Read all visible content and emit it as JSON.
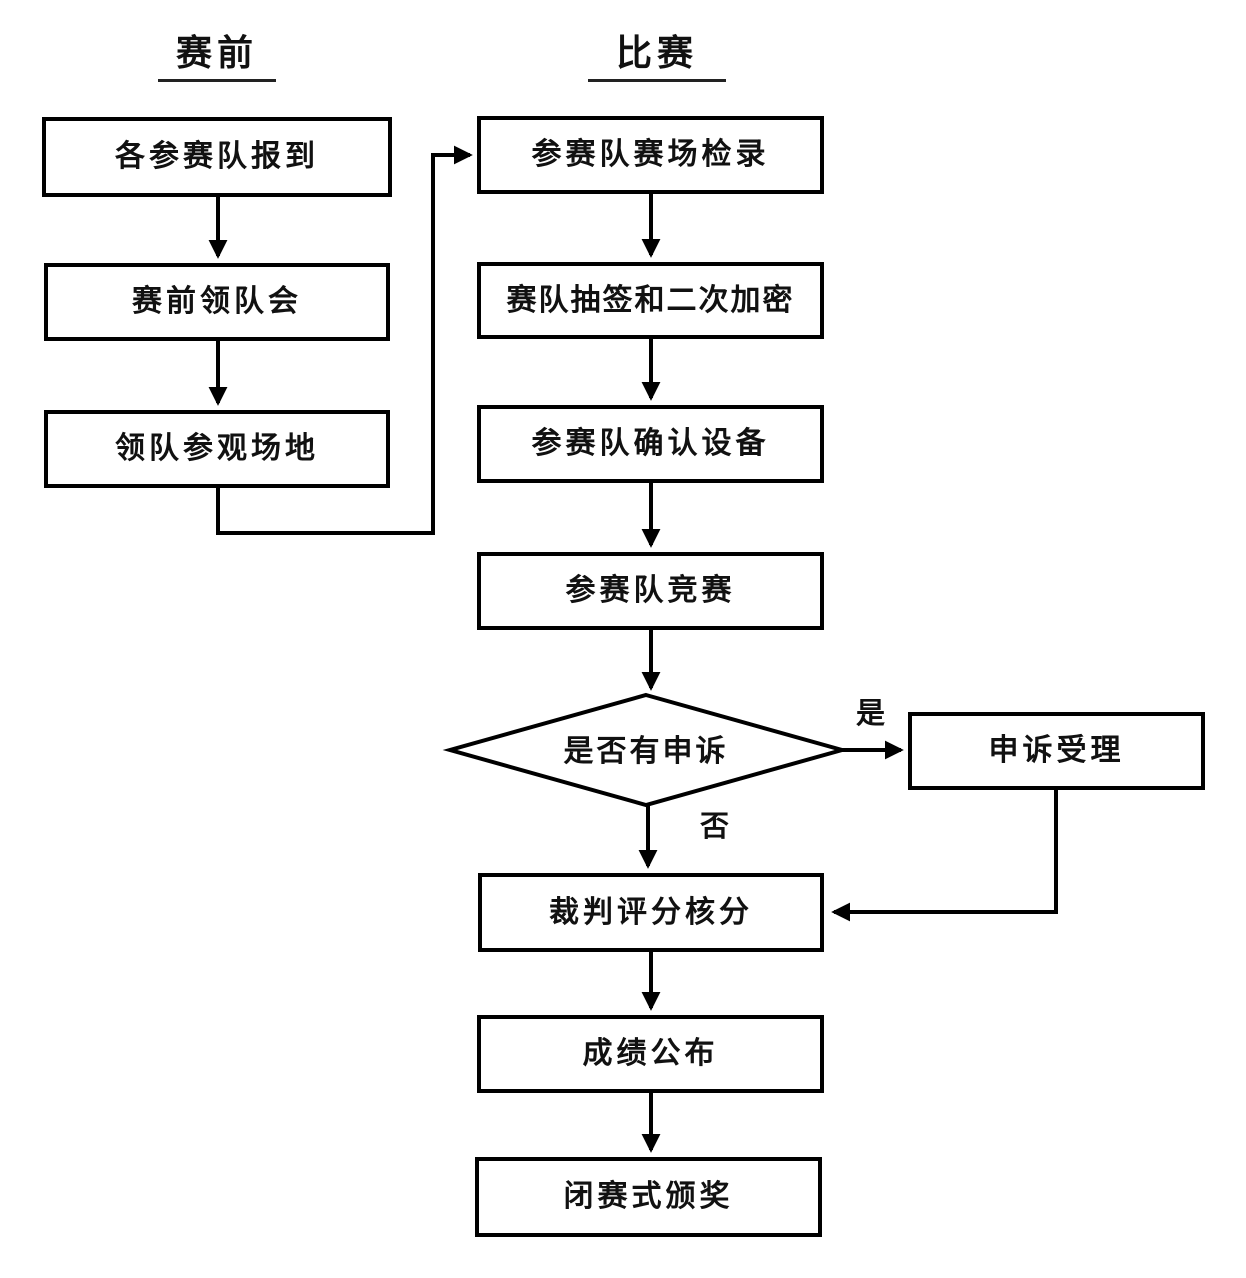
{
  "headers": {
    "pre_competition": "赛前",
    "competition": "比赛"
  },
  "pre_stage": {
    "boxes": [
      {
        "label": "各参赛队报到"
      },
      {
        "label": "赛前领队会"
      },
      {
        "label": "领队参观场地"
      }
    ]
  },
  "match_stage": {
    "boxes": [
      {
        "label": "参赛队赛场检录"
      },
      {
        "label": "赛队抽签和二次加密"
      },
      {
        "label": "参赛队确认设备"
      },
      {
        "label": "参赛队竞赛"
      }
    ],
    "decision": {
      "label": "是否有申诉",
      "yes_label": "是",
      "no_label": "否"
    },
    "appeal": {
      "label": "申诉受理"
    },
    "post_boxes": [
      {
        "label": "裁判评分核分"
      },
      {
        "label": "成绩公布"
      },
      {
        "label": "闭赛式颁奖"
      }
    ]
  },
  "colors": {
    "stroke": "#000000",
    "box_fill": "#ffffff",
    "text": "#111111",
    "background": "#ffffff"
  }
}
